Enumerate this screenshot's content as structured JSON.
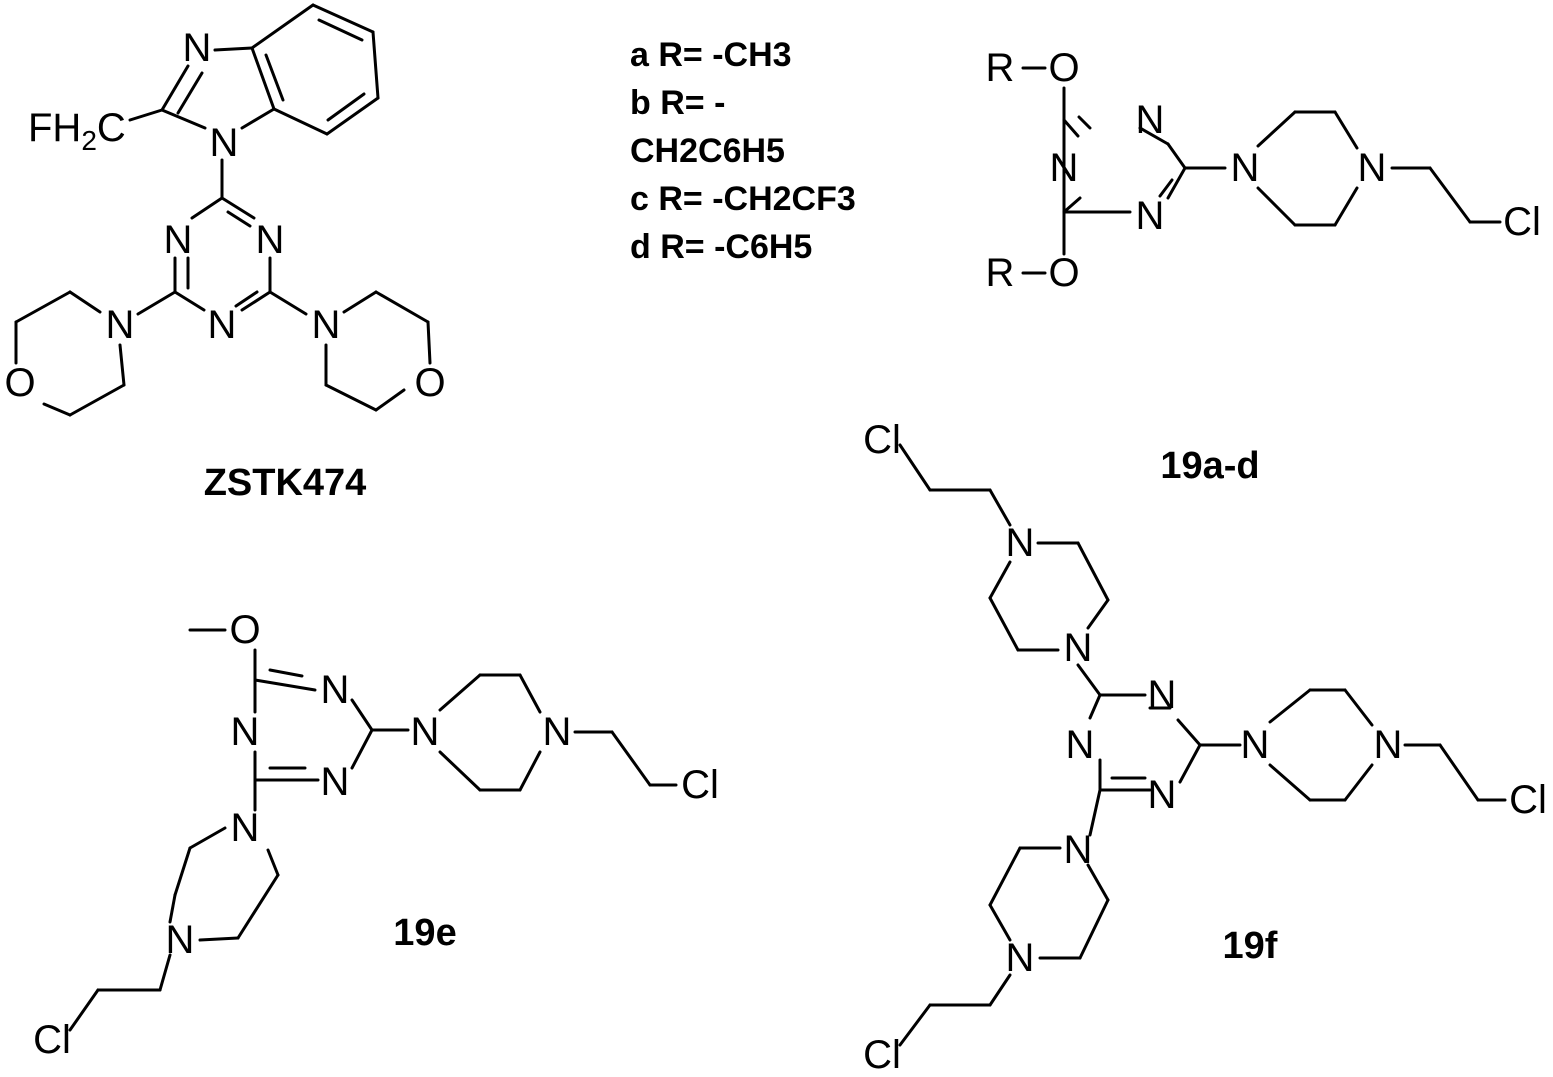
{
  "atoms": {
    "N": "N",
    "O": "O",
    "Cl": "Cl",
    "R": "R",
    "FH": "FH",
    "sub2": "2",
    "C": "C"
  },
  "labels": {
    "zstk": "ZSTK474",
    "c19ad": "19a-d",
    "c19e": "19e",
    "c19f": "19f"
  },
  "r_groups": [
    "a R= -CH3",
    "b R= -",
    "CH2C6H5",
    "c R= -CH2CF3",
    "d R= -C6H5"
  ]
}
